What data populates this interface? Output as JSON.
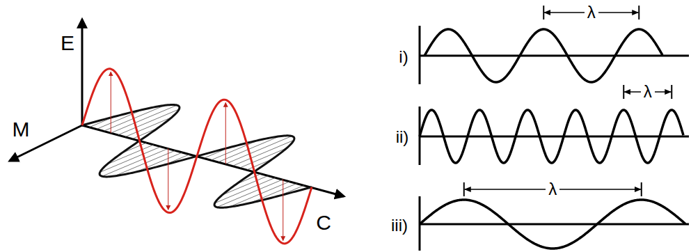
{
  "diagram": {
    "labels": [
      "E",
      "M",
      "C",
      "λ",
      "i)",
      "λ",
      "ii)",
      "λ",
      "iii)"
    ]
  }
}
